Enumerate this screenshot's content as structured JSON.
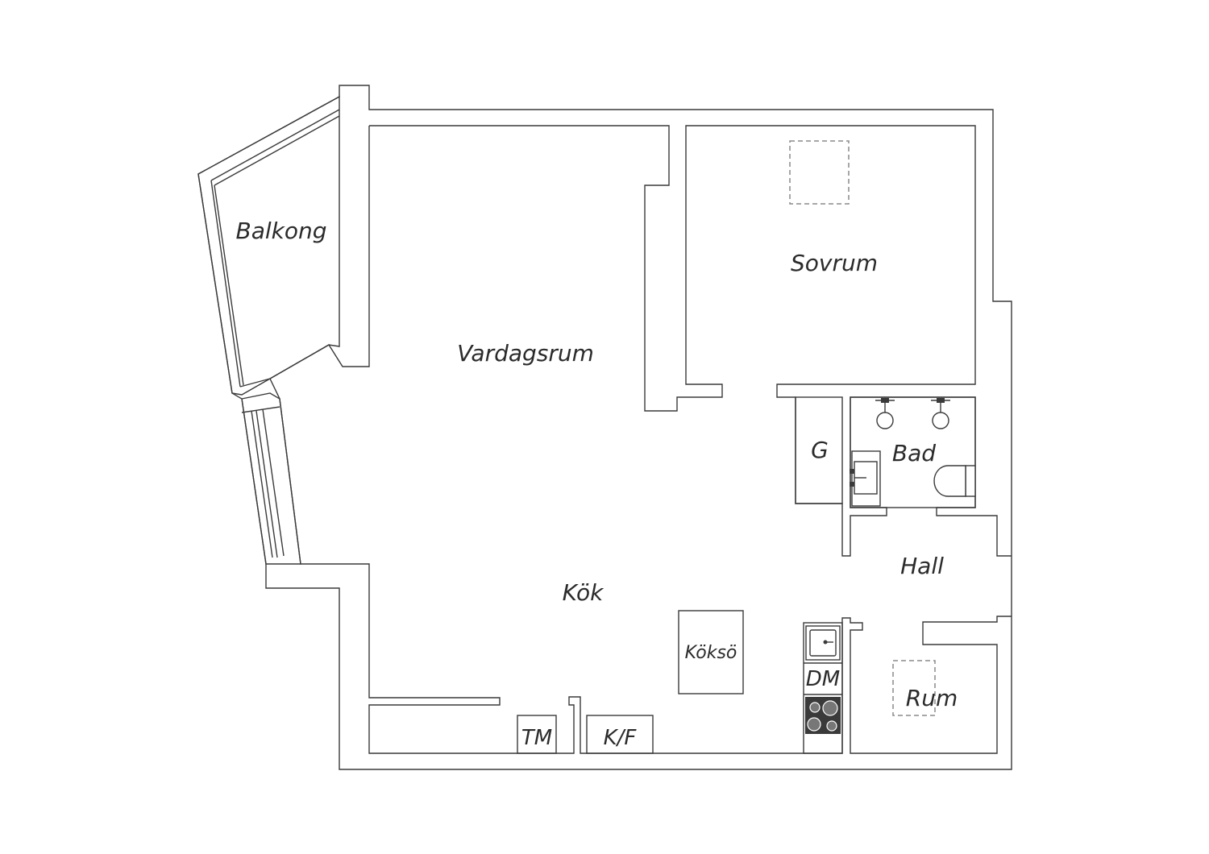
{
  "rooms": {
    "balkong": "Balkong",
    "vardagsrum": "Vardagsrum",
    "sovrum": "Sovrum",
    "kok": "Kök",
    "koksö": "Köksö",
    "bad": "Bad",
    "g": "G",
    "hall": "Hall",
    "rum": "Rum",
    "dm": "DM",
    "tm": "TM",
    "kf": "K/F"
  },
  "colors": {
    "wall_stroke": "#3a3a3a",
    "background": "#ffffff",
    "dashed": "#8a8a8a",
    "stove": "#3a3a3a"
  },
  "icons": [
    "sink-icon",
    "stove-icon",
    "shower-icon",
    "toilet-icon",
    "washbasin-icon"
  ]
}
